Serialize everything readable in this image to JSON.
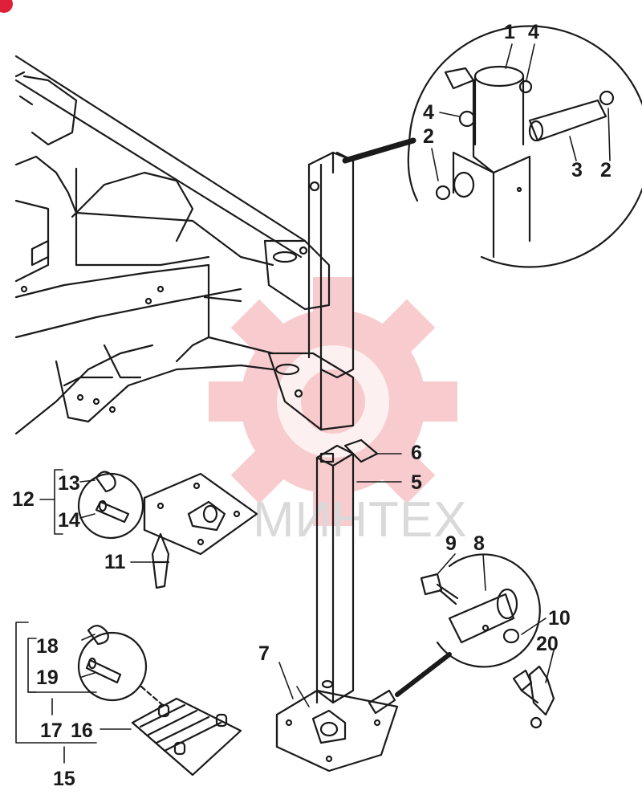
{
  "watermark_text": "МИНТЕХ",
  "watermark_color": "#f4a3a7",
  "line_color": "#1a1a1a",
  "callouts": {
    "c1": "1",
    "c4a": "4",
    "c4b": "4",
    "c2a": "2",
    "c3": "3",
    "c2b": "2",
    "c6": "6",
    "c5": "5",
    "c7": "7",
    "c9": "9",
    "c8": "8",
    "c10": "10",
    "c20": "20",
    "c12": "12",
    "c13": "13",
    "c14": "14",
    "c11": "11",
    "c18": "18",
    "c19": "19",
    "c17": "17",
    "c16": "16",
    "c15": "15"
  }
}
